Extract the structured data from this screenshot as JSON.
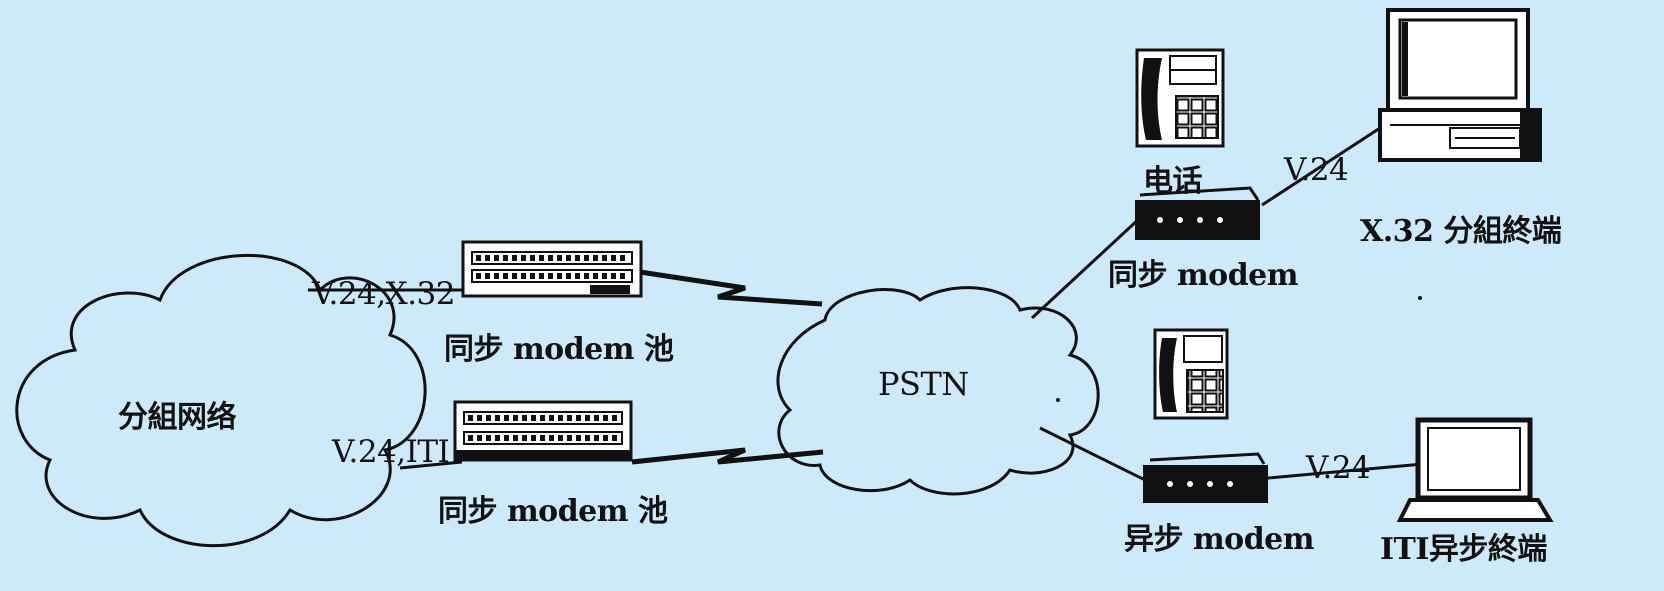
{
  "labels": {
    "cloud_left": "分組网络",
    "cloud_center": "PSTN",
    "iface_upper": "V.24,X.32",
    "iface_lower": "V.24,ITI",
    "pool_upper": "同步 modem 池",
    "pool_lower": "同步 modem 池",
    "phone_label": "电话",
    "sync_modem": "同步 modem",
    "async_modem": "异步 modem",
    "link_upper": "V.24",
    "link_lower": "V.24",
    "terminal_x32": "X.32 分組終端",
    "terminal_iti": "ITI异步終端"
  },
  "colors": {
    "background": "#cdeafb",
    "ink": "#111111",
    "device_fill": "#ffffff"
  },
  "icons": {
    "cloud": "cloud-icon",
    "modem_pool": "modem-pool-icon",
    "modem": "modem-icon",
    "telephone": "telephone-icon",
    "desktop": "desktop-computer-icon",
    "laptop": "laptop-icon",
    "lightning": "lightning-link-icon"
  }
}
